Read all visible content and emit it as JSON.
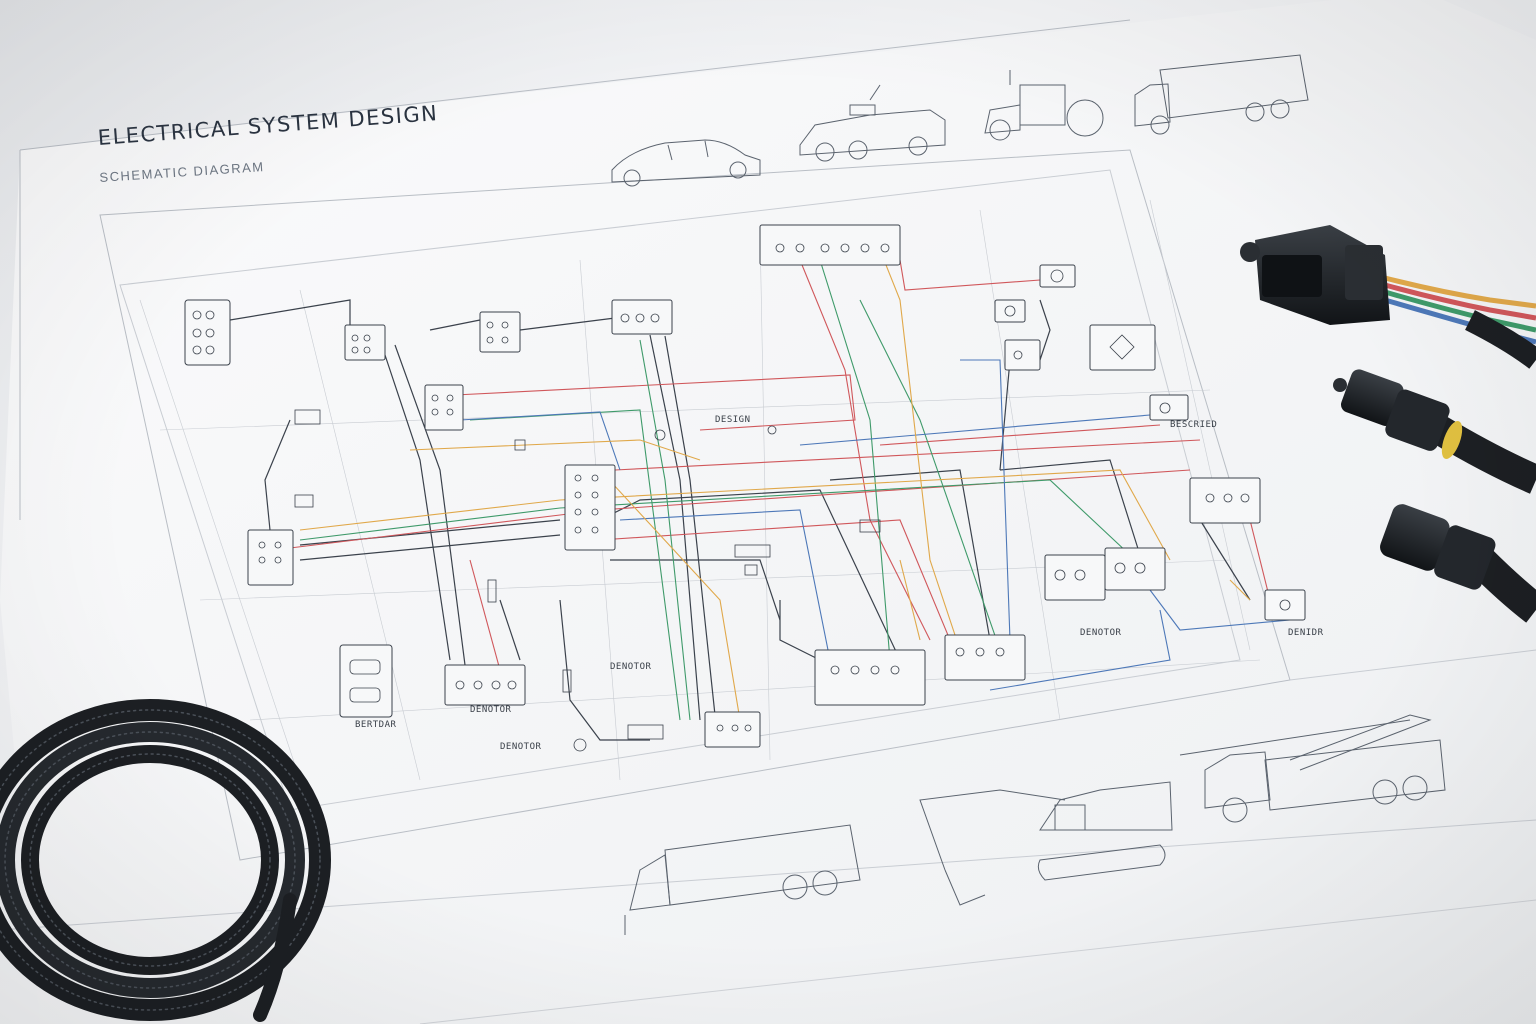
{
  "sheet": {
    "title": "ELECTRICAL SYSTEM DESIGN",
    "subtitle": "SCHEMATIC DIAGRAM"
  },
  "labels": {
    "l1": "BERTDAR",
    "l2": "DENOTOR",
    "l3": "DENOTOR",
    "l4": "DENOTOR",
    "l5": "DESIGN",
    "l6": "BESCRIED",
    "l7": "DENOTOR",
    "l8": "DENIDR"
  },
  "colors": {
    "paper": "#f7f8f9",
    "ink": "#3b424c",
    "wire_red": "#d0575b",
    "wire_green": "#3f9a6a",
    "wire_blue": "#4d78b8",
    "wire_orange": "#e0a84a",
    "cable": "#1c1f23"
  },
  "icons": {
    "car": "car-sketch-icon",
    "armored": "armored-vehicle-sketch-icon",
    "tractor": "tractor-sketch-icon",
    "truck": "box-truck-sketch-icon",
    "trailer": "trailer-sketch-icon",
    "excavator": "excavator-sketch-icon",
    "crane": "crane-truck-sketch-icon",
    "connector": "wire-connector-icon",
    "coil": "corrugated-cable-coil-icon"
  }
}
